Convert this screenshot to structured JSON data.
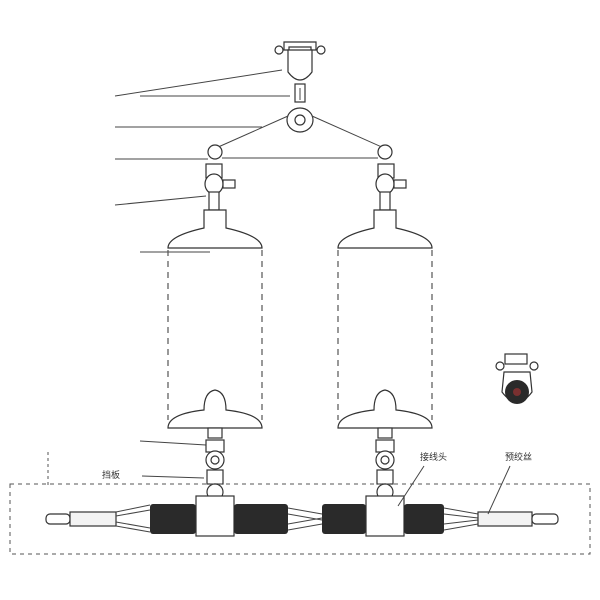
{
  "labels": {
    "dangban": "挡板",
    "jiexiantou": "接线头",
    "yujiaosi": "预绞丝"
  },
  "faint_labels": [
    "",
    "",
    "",
    "",
    ""
  ],
  "colors": {
    "line": "#444444",
    "dark_part": "#2a2a2a",
    "faint_text": "#cfcfcf"
  }
}
